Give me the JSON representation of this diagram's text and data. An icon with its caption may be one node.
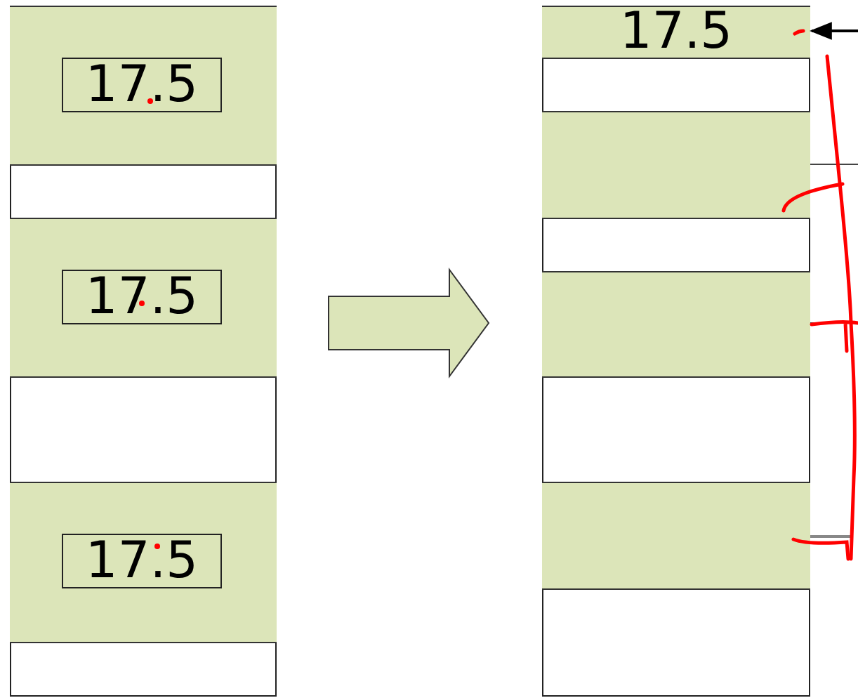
{
  "diagram": {
    "nodes": [
      {
        "text": [],
        "shape": "box"
      },
      {
        "text": [],
        "shape": "box",
        "in": 0
      },
      {
        "text": [
          "17.5"
        ],
        "in": 1
      },
      {
        "text": [],
        "shape": "box",
        "in": 0
      },
      {
        "text": [
          "17.5"
        ],
        "in": 3
      },
      {
        "text": [],
        "shape": "box",
        "in": 0
      },
      {
        "text": [
          "17.5"
        ],
        "in": 5
      },
      {
        "text": [],
        "shape": "box"
      },
      {
        "text": [
          "17.5"
        ],
        "in": 7
      },
      {
        "text": [],
        "shape": "box",
        "in": 7
      },
      {
        "text": [],
        "shape": "box",
        "in": 7
      },
      {
        "text": [],
        "shape": "box",
        "in": 7
      }
    ],
    "edges": [
      {
        "from": 0,
        "to": 7,
        "arrow": "to",
        "style": "thick"
      },
      {
        "from": null,
        "to": 8,
        "arrow": "to"
      }
    ]
  }
}
